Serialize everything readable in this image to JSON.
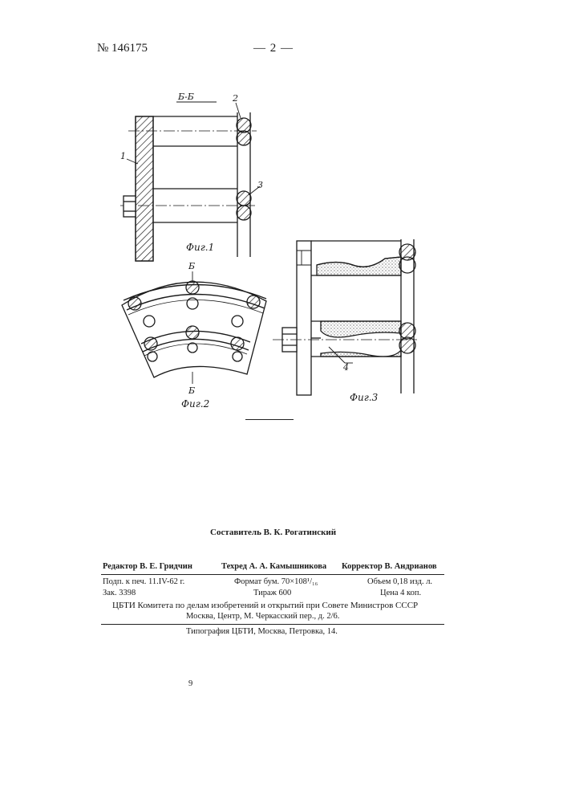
{
  "header": {
    "patent_number": "№ 146175",
    "page": "— 2 —"
  },
  "figures": {
    "section_label": "Б-Б",
    "fig1": "Фиг.1",
    "fig2": "Фиг.2",
    "fig3": "Фиг.3",
    "b_top": "Б",
    "b_bottom": "Б",
    "ref1": "1",
    "ref2": "2",
    "ref3": "3",
    "ref4": "4"
  },
  "imprint": {
    "compiler": "Составитель В. К. Рогатинский",
    "editor": "Редактор В. Е. Гридчин",
    "techred": "Техред А. А. Камышникова",
    "corrector": "Корректор В. Андрианов",
    "signed": "Подп. к печ. 11.IV-62 г.",
    "format": "Формат бум. 70×108¹/₁₆",
    "volume": "Объем 0,18 изд. л.",
    "order": "Зак. 3398",
    "run": "Тираж 600",
    "price": "Цена 4 коп.",
    "office": "ЦБТИ Комитета по делам изобретений и открытий при Совете Министров СССР",
    "address": "Москва, Центр, М. Черкасский пер., д. 2/6.",
    "printer": "Типография ЦБТИ, Москва, Петровка, 14."
  },
  "footer_mark": "9"
}
